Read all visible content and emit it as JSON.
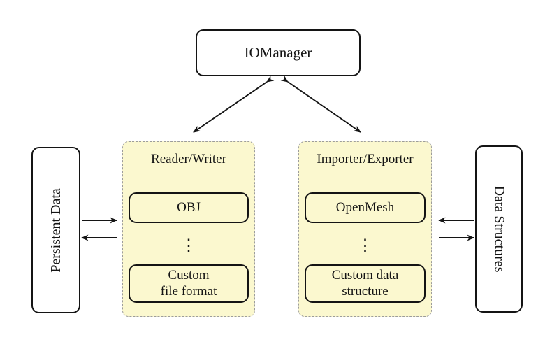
{
  "colors": {
    "group_fill": "#fbf8cf",
    "group_border": "#9c9c9c",
    "node_border": "#141414",
    "node_fill": "#ffffff",
    "arrow": "#141414"
  },
  "nodes": {
    "iomanager": "IOManager",
    "persistent_data": "Persistent Data",
    "data_structures": "Data Structures"
  },
  "groups": {
    "reader_writer": {
      "title": "Reader/Writer",
      "item_top": "OBJ",
      "dots": "⋮",
      "item_bottom": "Custom\nfile format"
    },
    "importer_exporter": {
      "title": "Importer/Exporter",
      "item_top": "OpenMesh",
      "dots": "⋮",
      "item_bottom": "Custom data\nstructure"
    }
  }
}
